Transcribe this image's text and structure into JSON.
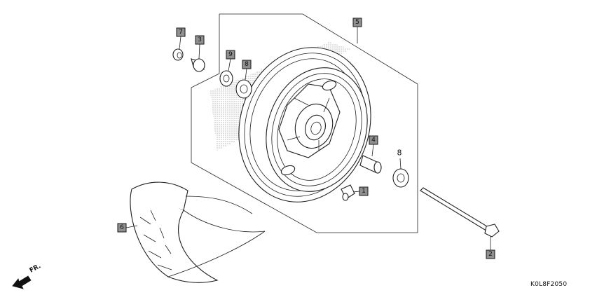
{
  "diagram": {
    "figure_code": "K0L8F2050",
    "direction_label": "FR.",
    "callouts": {
      "p1": "1",
      "p2": "2",
      "p3": "3",
      "p4": "4",
      "p5": "5",
      "p6": "6",
      "p7": "7",
      "p8a": "8",
      "p9": "9",
      "p8b": "8"
    }
  }
}
